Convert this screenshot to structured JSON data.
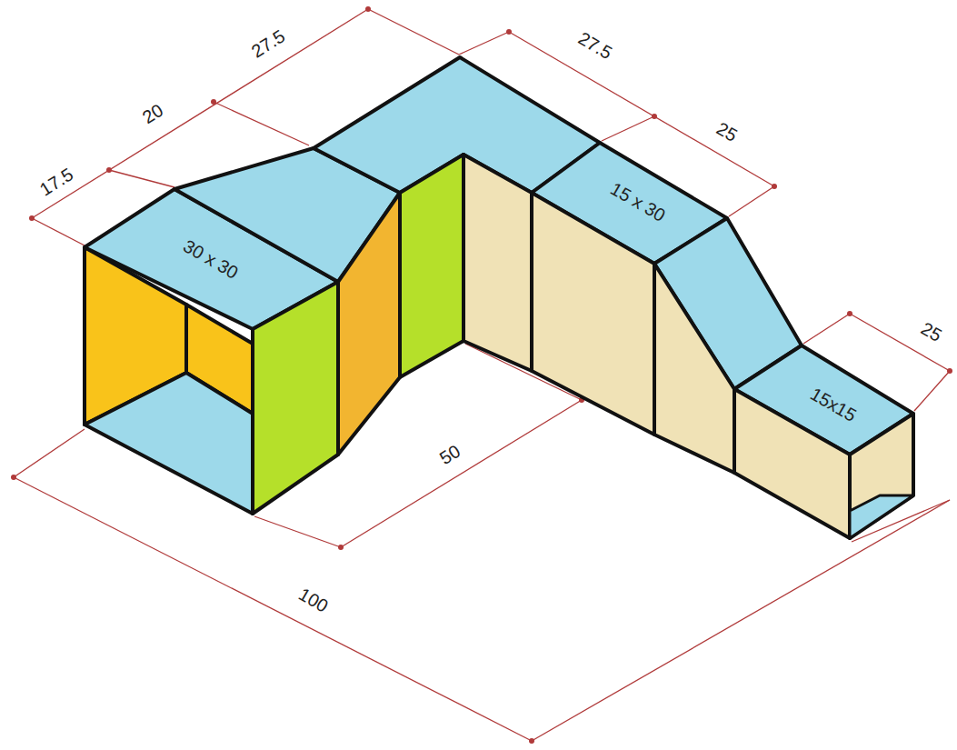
{
  "diagram": {
    "labels": [
      "17.5",
      "20",
      "27.5",
      "27.5",
      "25",
      "30 x 30",
      "15 x 30",
      "25",
      "15x15",
      "50",
      "100"
    ]
  }
}
